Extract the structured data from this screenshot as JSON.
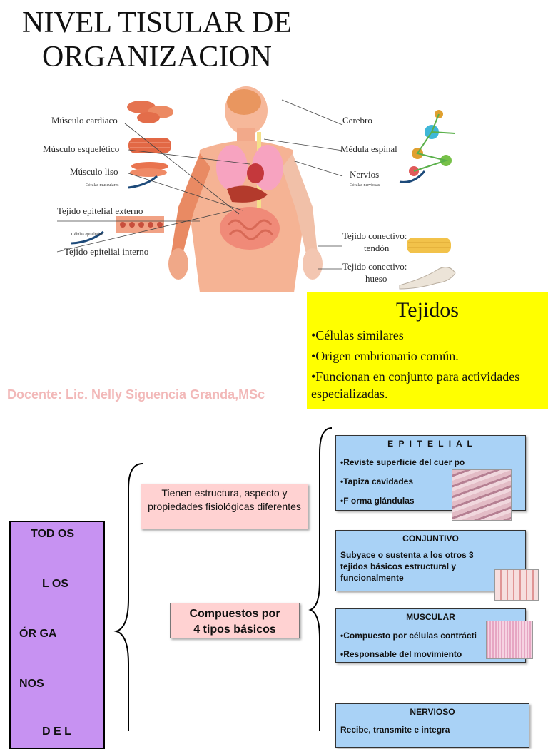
{
  "title_line1": "NIVEL TISULAR DE",
  "title_line2": "ORGANIZACION",
  "illustration": {
    "left_labels": [
      "Músculo cardiaco",
      "Músculo esquelético",
      "Músculo liso",
      "Tejido epitelial externo",
      "Tejido epitelial interno"
    ],
    "left_sub": [
      "Células musculares",
      "Células epiteliales"
    ],
    "right_labels": [
      "Cerebro",
      "Médula espinal",
      "Nervios",
      "Tejido conectivo:",
      "tendón",
      "Tejido conectivo:",
      "hueso"
    ],
    "right_sub": "Células nerviosas"
  },
  "docente": "Docente: Lic. Nelly Siguencia Granda,MSc",
  "tejidos": {
    "title": "Tejidos",
    "items": [
      "•Células similares",
      "•Origen embrionario común.",
      "•Funcionan en conjunto para actividades especializadas."
    ]
  },
  "todos_lines": [
    "TOD OS",
    "L OS",
    "ÓR GA",
    "NOS",
    "D E L"
  ],
  "pink1": "Tienen estructura, aspecto y  propiedades fisiológicas diferentes",
  "pink2_line1": "Compuestos por",
  "pink2_line2": "4 tipos  básicos",
  "epitelial": {
    "title": "E P I T E L I A L",
    "items": [
      "•Reviste superficie del cuer po",
      "•Tapiza cavidades",
      "•F orma glándulas"
    ]
  },
  "conjuntivo": {
    "title": "CONJUNTIVO",
    "text": "Subyace o sustenta a los otros 3 tejidos  básicos estructural y funcionalmente"
  },
  "muscular": {
    "title": "MUSCULAR",
    "items": [
      "•Compuesto por células contrácti",
      "•Responsable del movimiento"
    ]
  },
  "nervioso": {
    "title": "NERVIOSO",
    "text": "Recibe, transmite e integra"
  }
}
